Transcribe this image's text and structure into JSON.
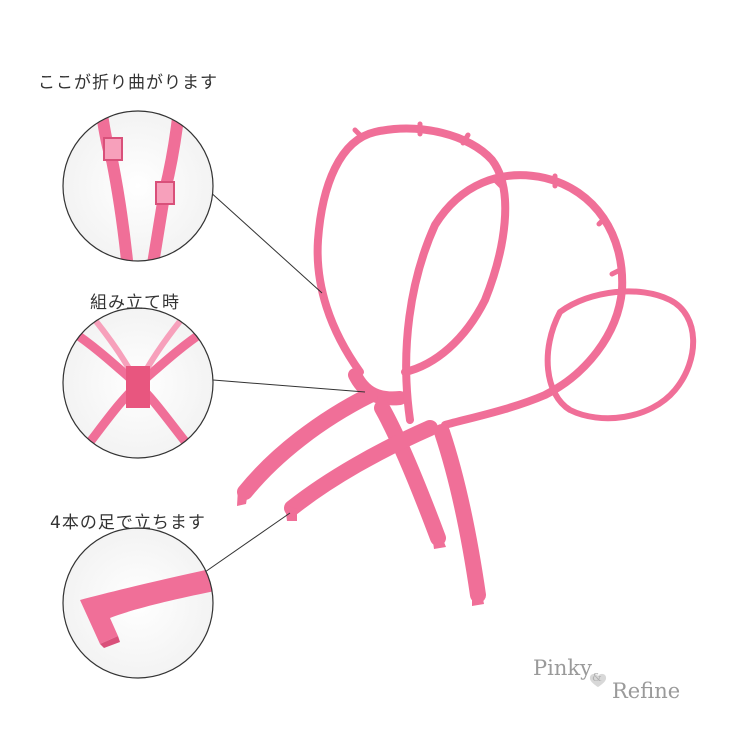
{
  "captions": {
    "fold_point": "ここが折り曲がります",
    "assembled": "組み立て時",
    "four_legs": "4本の足で立ちます"
  },
  "logo": {
    "part1": "Pinky",
    "amp": "&",
    "part2": "Refine"
  },
  "colors": {
    "product_pink": "#f06f98",
    "product_pink_dark": "#d9507a",
    "callout_line": "#333333",
    "background": "#ffffff"
  }
}
